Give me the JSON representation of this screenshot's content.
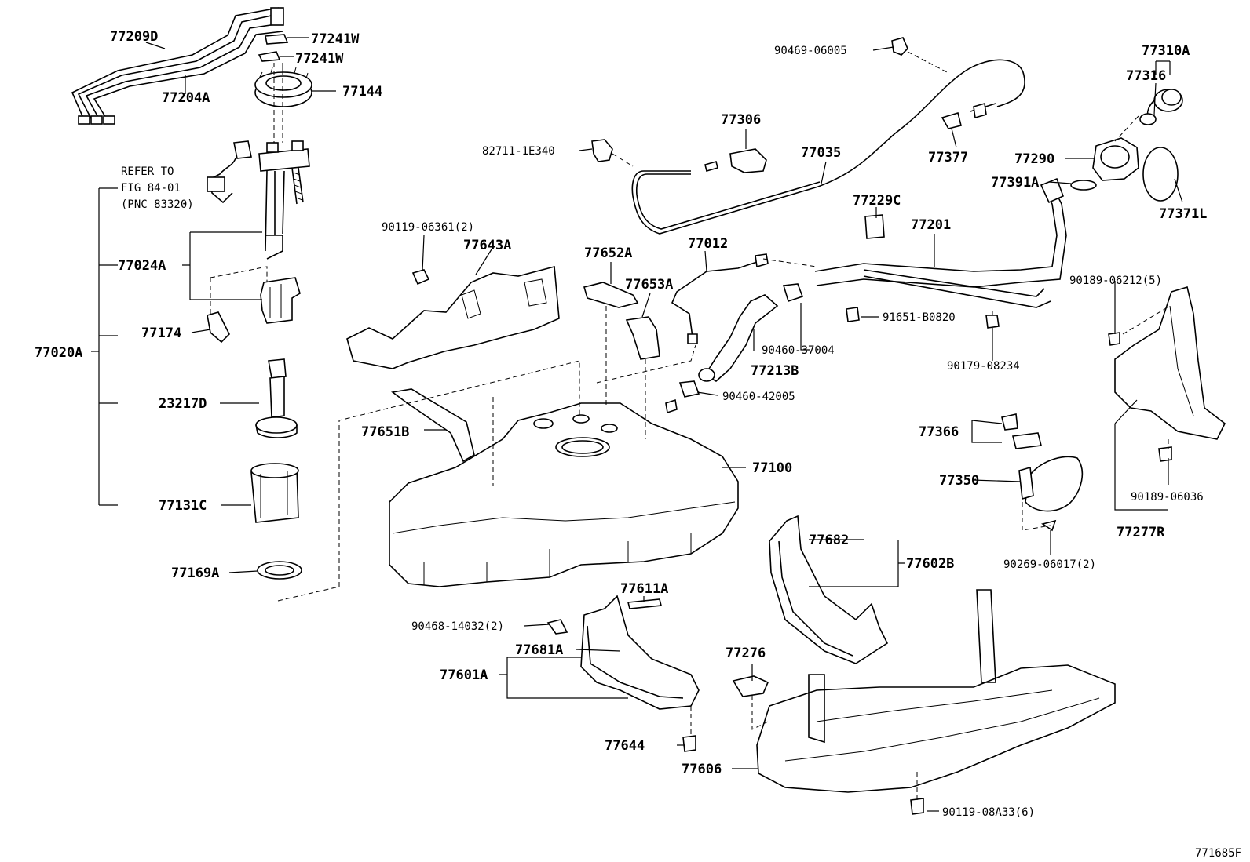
{
  "figure_code": "771685F",
  "refer_note": {
    "line1": "REFER TO",
    "line2": "FIG 84-01",
    "line3": "(PNC 83320)"
  },
  "labels": [
    {
      "id": "77209D",
      "text": "77209D"
    },
    {
      "id": "77204A",
      "text": "77204A"
    },
    {
      "id": "77241W_1",
      "text": "77241W"
    },
    {
      "id": "77241W_2",
      "text": "77241W"
    },
    {
      "id": "77144",
      "text": "77144"
    },
    {
      "id": "77024A",
      "text": "77024A"
    },
    {
      "id": "77174",
      "text": "77174"
    },
    {
      "id": "77020A",
      "text": "77020A"
    },
    {
      "id": "23217D",
      "text": "23217D"
    },
    {
      "id": "77131C",
      "text": "77131C"
    },
    {
      "id": "77169A",
      "text": "77169A"
    },
    {
      "id": "90469-06005",
      "text": "90469-06005"
    },
    {
      "id": "82711-1E340",
      "text": "82711-1E340"
    },
    {
      "id": "77306",
      "text": "77306"
    },
    {
      "id": "77035",
      "text": "77035"
    },
    {
      "id": "77377",
      "text": "77377"
    },
    {
      "id": "77310A",
      "text": "77310A"
    },
    {
      "id": "77316",
      "text": "77316"
    },
    {
      "id": "77290",
      "text": "77290"
    },
    {
      "id": "77391A",
      "text": "77391A"
    },
    {
      "id": "77371L",
      "text": "77371L"
    },
    {
      "id": "90119-06361",
      "text": "90119-06361(2)"
    },
    {
      "id": "77643A",
      "text": "77643A"
    },
    {
      "id": "77652A",
      "text": "77652A"
    },
    {
      "id": "77653A",
      "text": "77653A"
    },
    {
      "id": "77012",
      "text": "77012"
    },
    {
      "id": "77229C",
      "text": "77229C"
    },
    {
      "id": "77201",
      "text": "77201"
    },
    {
      "id": "90189-06212",
      "text": "90189-06212(5)"
    },
    {
      "id": "91651-B0820",
      "text": "91651-B0820"
    },
    {
      "id": "90460-37004",
      "text": "90460-37004"
    },
    {
      "id": "77213B",
      "text": "77213B"
    },
    {
      "id": "90179-08234",
      "text": "90179-08234"
    },
    {
      "id": "90460-42005",
      "text": "90460-42005"
    },
    {
      "id": "77651B",
      "text": "77651B"
    },
    {
      "id": "77100",
      "text": "77100"
    },
    {
      "id": "77366",
      "text": "77366"
    },
    {
      "id": "77350",
      "text": "77350"
    },
    {
      "id": "90189-06036",
      "text": "90189-06036"
    },
    {
      "id": "77277R",
      "text": "77277R"
    },
    {
      "id": "90269-06017",
      "text": "90269-06017(2)"
    },
    {
      "id": "77682",
      "text": "77682"
    },
    {
      "id": "77602B",
      "text": "77602B"
    },
    {
      "id": "77611A",
      "text": "77611A"
    },
    {
      "id": "90468-14032",
      "text": "90468-14032(2)"
    },
    {
      "id": "77681A",
      "text": "77681A"
    },
    {
      "id": "77601A",
      "text": "77601A"
    },
    {
      "id": "77276",
      "text": "77276"
    },
    {
      "id": "77644",
      "text": "77644"
    },
    {
      "id": "77606",
      "text": "77606"
    },
    {
      "id": "90119-08A33",
      "text": "90119-08A33(6)"
    }
  ]
}
